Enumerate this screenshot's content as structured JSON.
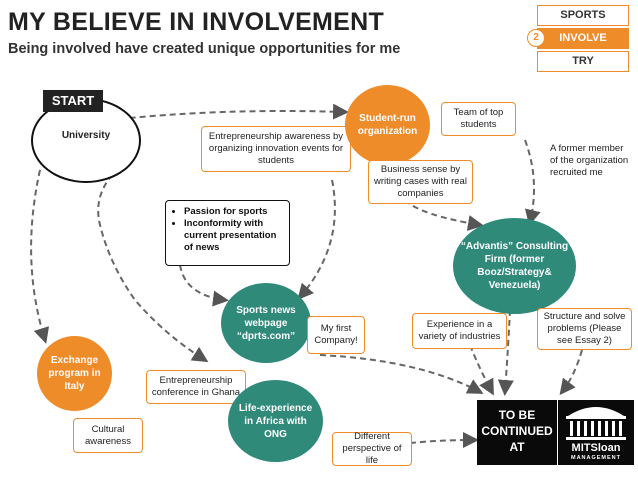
{
  "header": {
    "title": "MY BELIEVE IN INVOLVEMENT",
    "subtitle": "Being involved have created unique opportunities for me"
  },
  "nav": {
    "number": "2",
    "items": [
      "SPORTS",
      "INVOLVE",
      "TRY"
    ],
    "active_index": 1
  },
  "colors": {
    "accent_orange": "#ef8c2a",
    "teal": "#2f8a7a",
    "dark": "#0a0a0a"
  },
  "diagram": {
    "start_label": "START",
    "university": "University",
    "entrepreneurship_awareness": "Entrepreneurship awareness by organizing innovation events for students",
    "student_run_org": "Student-run organization",
    "team_of_top": "Team of top students",
    "business_sense": "Business sense by writing cases with real companies",
    "former_member": "A former member of the organization recruited me",
    "passion_items": [
      "Passion for sports",
      "Inconformity with current presentation of news"
    ],
    "advantis": "“Advantis” Consulting Firm (former Booz/Strategy& Venezuela)",
    "sports_news": "Sports news webpage “dprts.com”",
    "first_company": "My first Company!",
    "experience_industries": "Experience in a variety of industries",
    "structure_problems": "Structure and solve problems (Please see Essay 2)",
    "exchange_program": "Exchange program in Italy",
    "conference_ghana": "Entrepreneurship conference in Ghana",
    "cultural_awareness": "Cultural awareness",
    "life_experience": "Life-experience in Africa with ONG",
    "different_perspective": "Different perspective of life",
    "to_be_continued": "TO BE CONTINUED AT",
    "logo_name": "MITSloan",
    "logo_sub": "MANAGEMENT"
  }
}
